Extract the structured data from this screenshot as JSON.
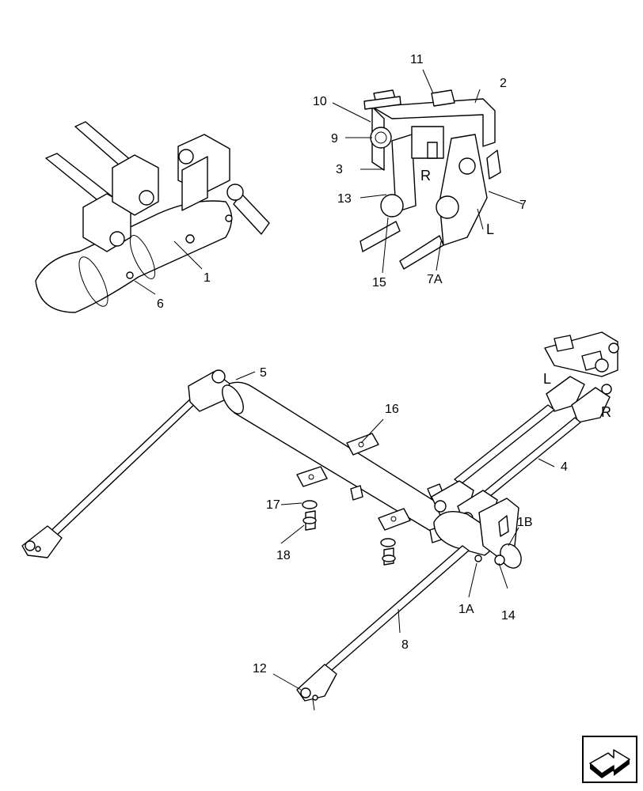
{
  "callouts": {
    "c1": "1",
    "c2": "2",
    "c3": "3",
    "c4": "4",
    "c5": "5",
    "c6": "6",
    "c7": "7",
    "c7a": "7A",
    "c8": "8",
    "c9": "9",
    "c10": "10",
    "c11": "11",
    "c12": "12",
    "c13": "13",
    "c14": "14",
    "c15": "15",
    "c16": "16",
    "c17": "17",
    "c18": "18",
    "c1a": "1A",
    "c1b": "1B"
  },
  "side_labels": {
    "detail_r": "R",
    "detail_l": "L",
    "main_l": "L",
    "main_r": "R"
  },
  "navigation": {
    "icon": "next-page-arrow-icon"
  }
}
